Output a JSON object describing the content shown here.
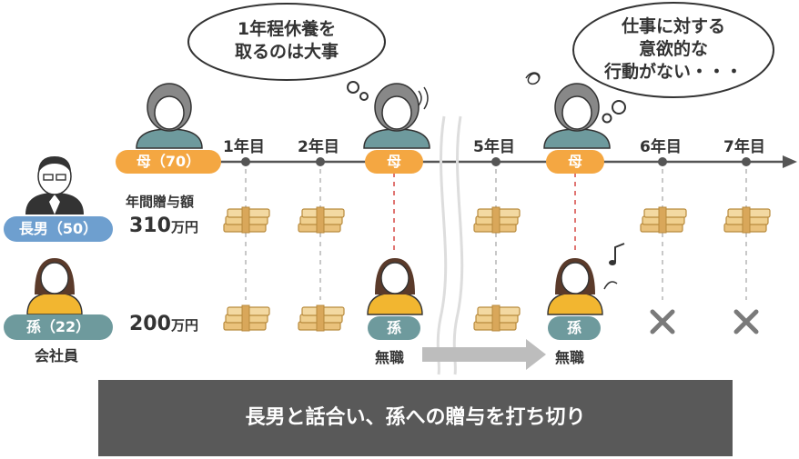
{
  "bubbles": {
    "left": [
      "1年程休養を",
      "取るのは大事"
    ],
    "right": [
      "仕事に対する",
      "意欲的な",
      "行動がない・・・"
    ]
  },
  "timeline": {
    "years": [
      "1年目",
      "2年目",
      "5年目",
      "6年目",
      "7年目"
    ]
  },
  "people": {
    "mother_label": "母（70）",
    "mother_short": "母",
    "eldest_son_label": "長男（50）",
    "grandchild_label": "孫（22）",
    "grandchild_short": "孫",
    "grandchild_job": "会社員",
    "unemployed": "無職"
  },
  "amounts": {
    "gift_heading": "年間贈与額",
    "son_amount": "310",
    "grandchild_amount": "200",
    "unit": "万円"
  },
  "banner": {
    "text": "長男と話合い、孫への贈与を打ち切り"
  },
  "colors": {
    "orange": "#F4A742",
    "blue": "#6E9FCF",
    "teal": "#6E9A9D",
    "timeline": "#555555",
    "money": "#E9C98B"
  }
}
